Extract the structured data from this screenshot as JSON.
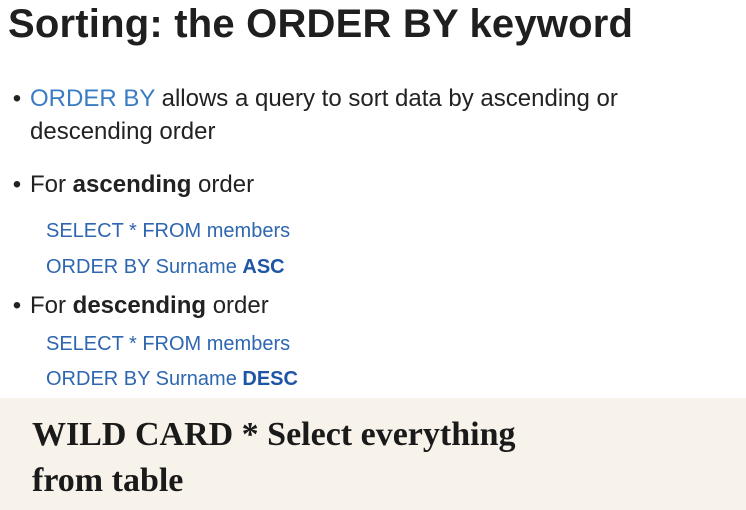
{
  "slide": {
    "title": "Sorting: the ORDER BY keyword",
    "bullet1": {
      "keyword": "ORDER BY",
      "text": " allows a query to sort data by ascending or descending order"
    },
    "bullet2": {
      "prefix": "For ",
      "bold": "ascending",
      "suffix": " order"
    },
    "code_asc": {
      "line1": "SELECT * FROM members",
      "line2_prefix": "ORDER BY Surname ",
      "line2_bold": "ASC"
    },
    "bullet3": {
      "prefix": "For ",
      "bold": "descending",
      "suffix": " order"
    },
    "code_desc": {
      "line1": "SELECT * FROM members",
      "line2_prefix": "ORDER BY Surname ",
      "line2_bold": "DESC"
    },
    "bullet_glyph": "•"
  },
  "note": {
    "line1": "WILD CARD * Select everything",
    "line2": "from table"
  }
}
